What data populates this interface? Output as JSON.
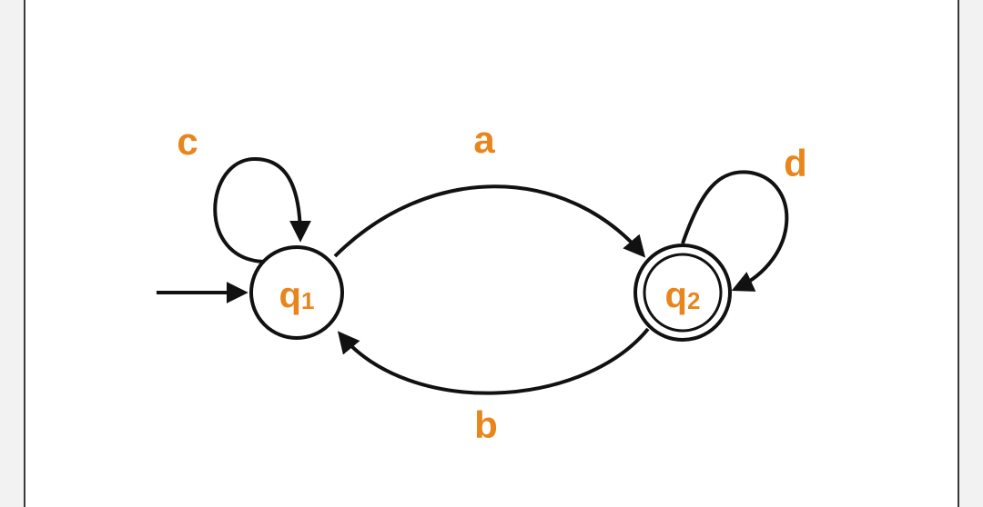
{
  "colors": {
    "label": "#e8861c",
    "stroke": "#111111",
    "background": "#ffffff"
  },
  "states": [
    {
      "id": "q1",
      "label_main": "q",
      "label_sub": "1",
      "initial": true,
      "accepting": false
    },
    {
      "id": "q2",
      "label_main": "q",
      "label_sub": "2",
      "initial": false,
      "accepting": true
    }
  ],
  "transitions": [
    {
      "from": "q1",
      "to": "q1",
      "label": "c"
    },
    {
      "from": "q1",
      "to": "q2",
      "label": "a"
    },
    {
      "from": "q2",
      "to": "q1",
      "label": "b"
    },
    {
      "from": "q2",
      "to": "q2",
      "label": "d"
    }
  ]
}
